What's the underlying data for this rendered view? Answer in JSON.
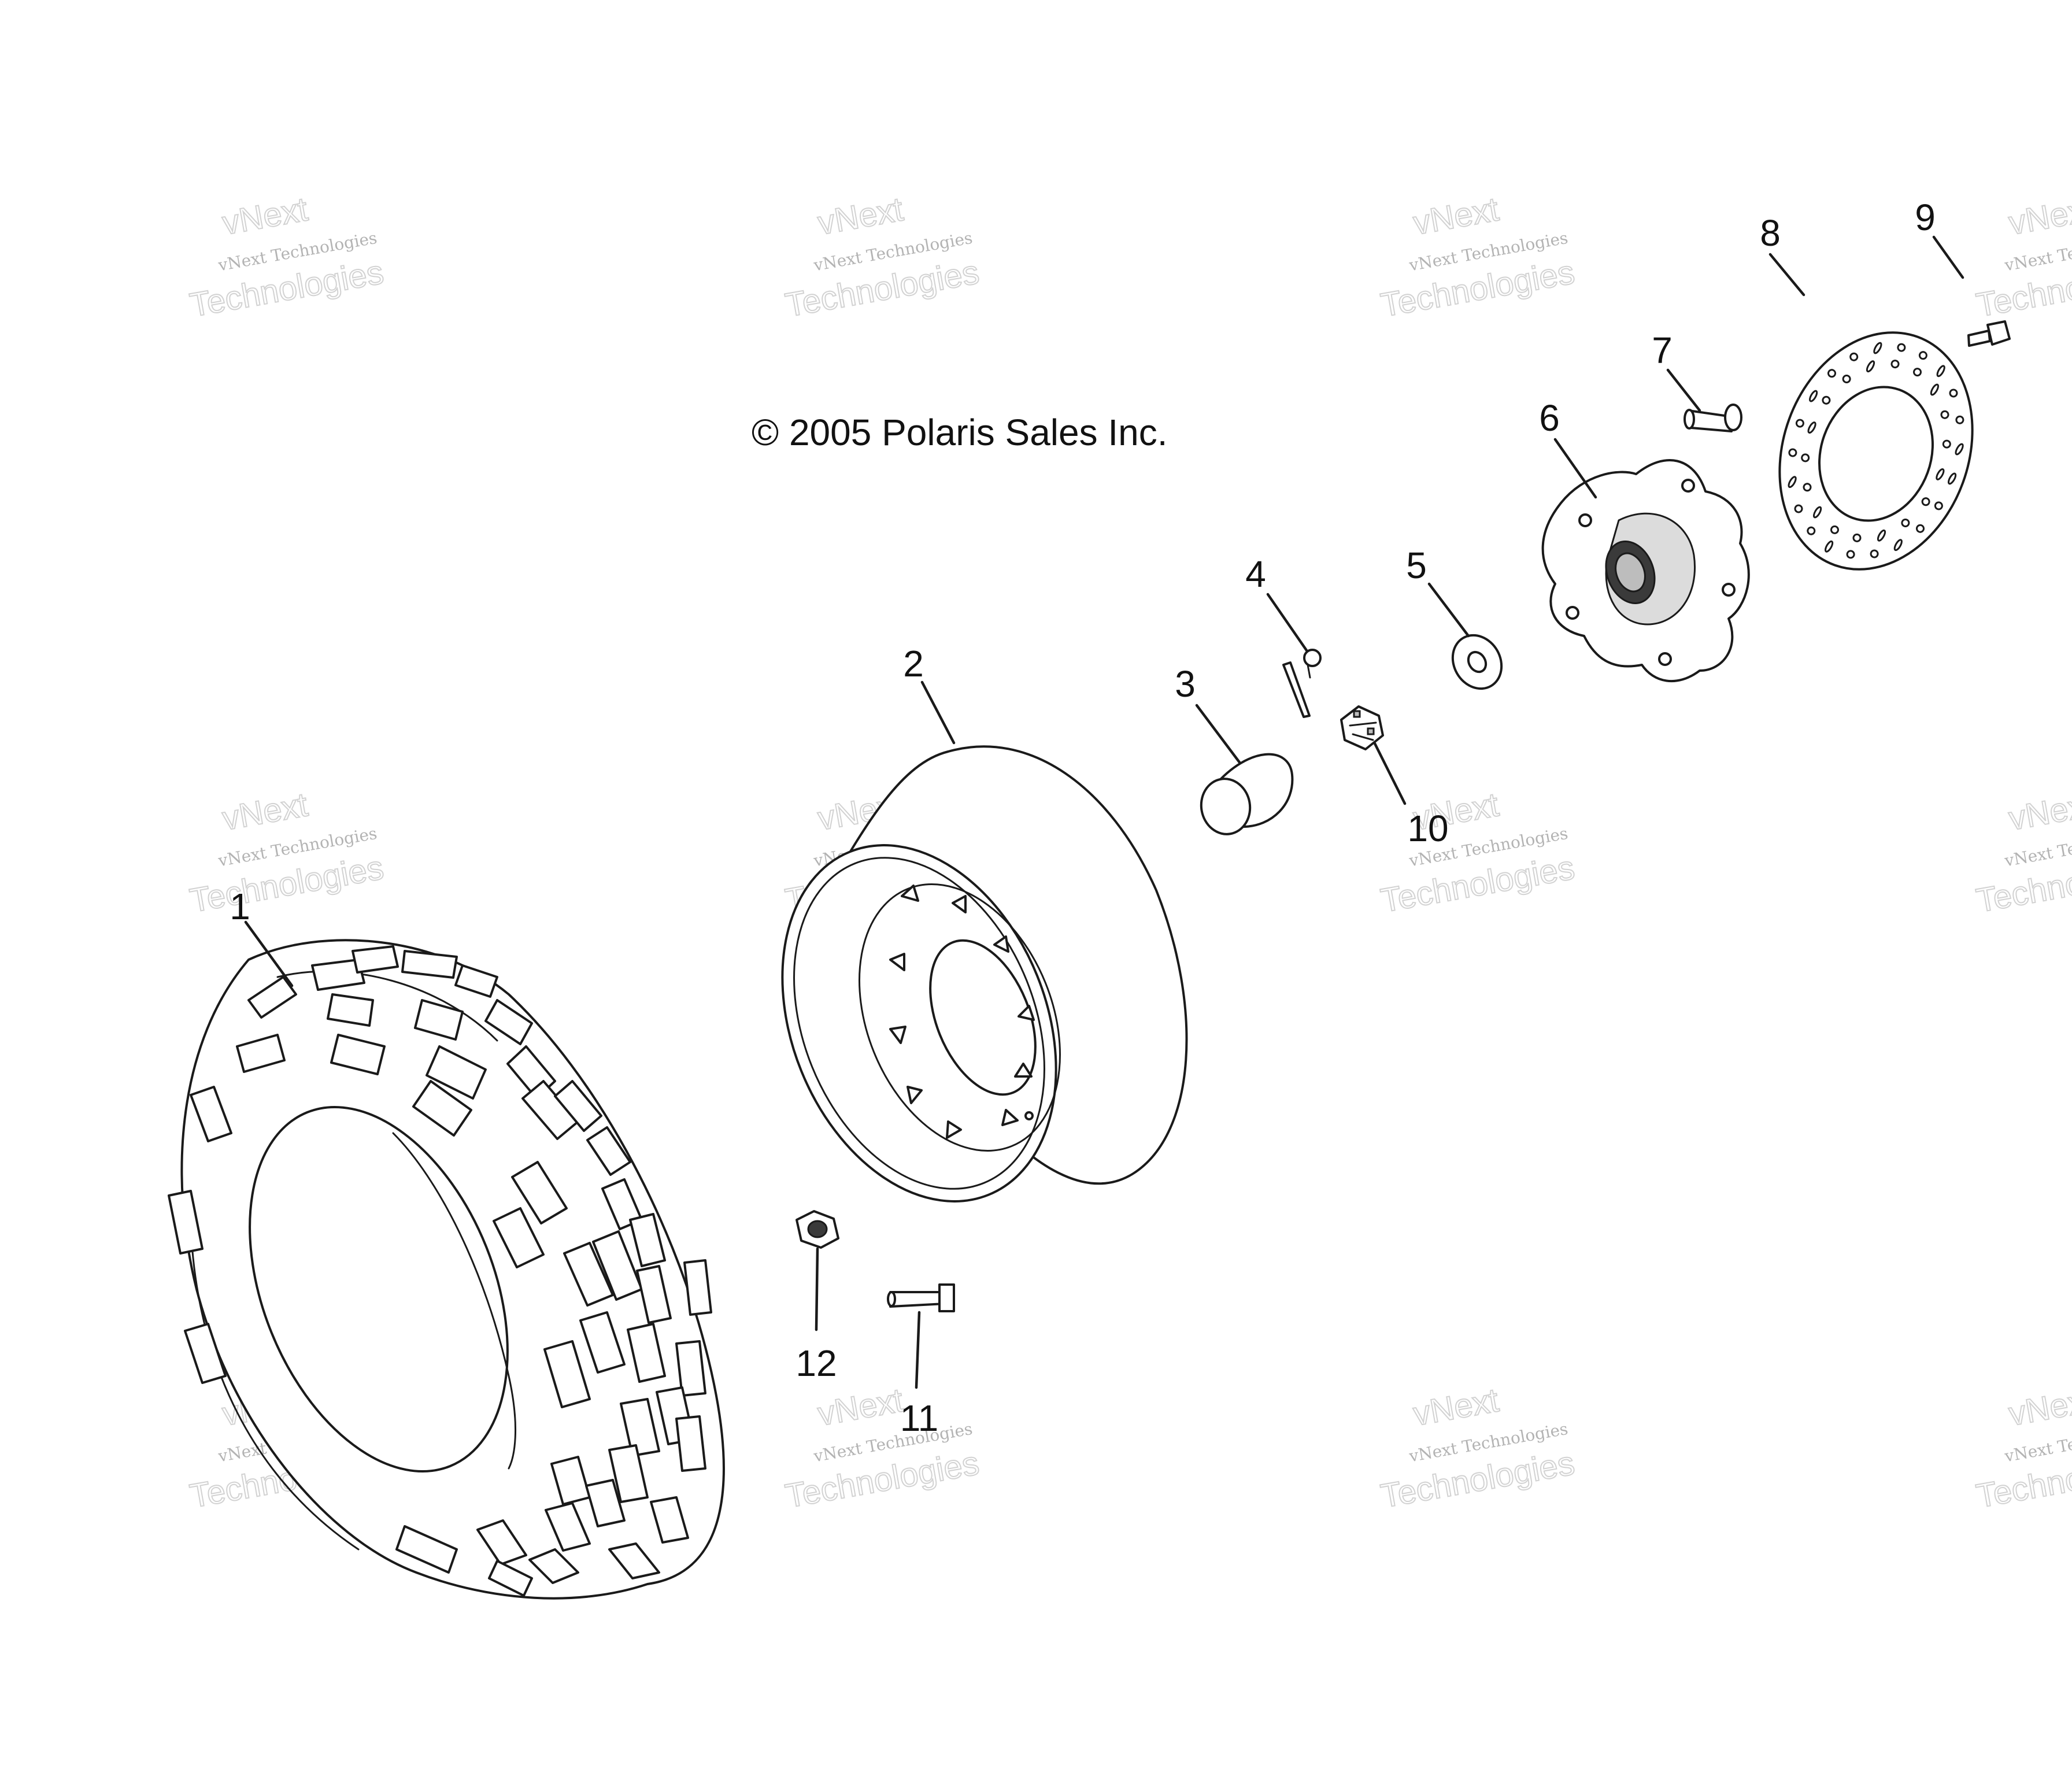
{
  "copyright": "© 2005 Polaris Sales Inc.",
  "watermark": {
    "lines": [
      "vNext",
      "vNext Technologies",
      "Technologies"
    ],
    "color": "#b0b0b0"
  },
  "callouts": [
    {
      "id": "1",
      "part": "tire"
    },
    {
      "id": "2",
      "part": "wheel-rim"
    },
    {
      "id": "3",
      "part": "hub-cap"
    },
    {
      "id": "4",
      "part": "cotter-pin"
    },
    {
      "id": "5",
      "part": "washer"
    },
    {
      "id": "6",
      "part": "wheel-hub"
    },
    {
      "id": "7",
      "part": "wheel-stud"
    },
    {
      "id": "8",
      "part": "brake-disc"
    },
    {
      "id": "9",
      "part": "disc-bolt"
    },
    {
      "id": "10",
      "part": "castle-nut"
    },
    {
      "id": "11",
      "part": "rim-bolt"
    },
    {
      "id": "12",
      "part": "flange-nut"
    }
  ],
  "colors": {
    "line": "#1a1a1a",
    "background": "#ffffff",
    "watermark": "#b0b0b0"
  }
}
